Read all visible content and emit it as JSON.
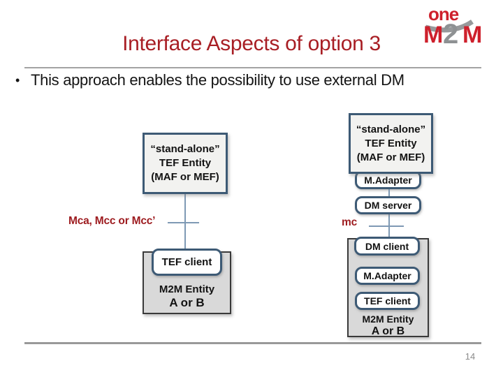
{
  "slide": {
    "title": "Interface Aspects of option 3",
    "bullet_glyph": "•",
    "bullet_text": "This approach enables the possibility to use external DM",
    "page_number": "14"
  },
  "logo": {
    "line1": "one",
    "m_left": "M",
    "two": "2",
    "m_right": "M"
  },
  "colors": {
    "title_red": "#A81E24",
    "label_red": "#9D1B1F",
    "logo_red": "#CE202C",
    "logo_gray": "#97999B",
    "box_border_blue": "#3D5A75",
    "box_fill": "#F2F2F0",
    "connector_blue": "#7E99B4",
    "entity_gray": "#D9D9D9",
    "divider_gray": "#A3A3A3"
  },
  "diagram": {
    "left": {
      "tef_entity_lines": [
        "“stand-alone”",
        "TEF Entity",
        "(MAF or MEF)"
      ],
      "interface_label": "Mca, Mcc or Mcc’",
      "tef_client": "TEF client",
      "entity_title": "M2M Entity",
      "entity_subtitle": "A or B"
    },
    "right": {
      "tef_entity_lines": [
        "“stand-alone”",
        "TEF Entity",
        "(MAF or MEF)"
      ],
      "m_adapter_top": "M.Adapter",
      "dm_server": "DM server",
      "interface_label": "mc",
      "dm_client": "DM client",
      "m_adapter_bottom": "M.Adapter",
      "tef_client": "TEF client",
      "entity_title": "M2M Entity",
      "entity_subtitle": "A or B"
    }
  }
}
